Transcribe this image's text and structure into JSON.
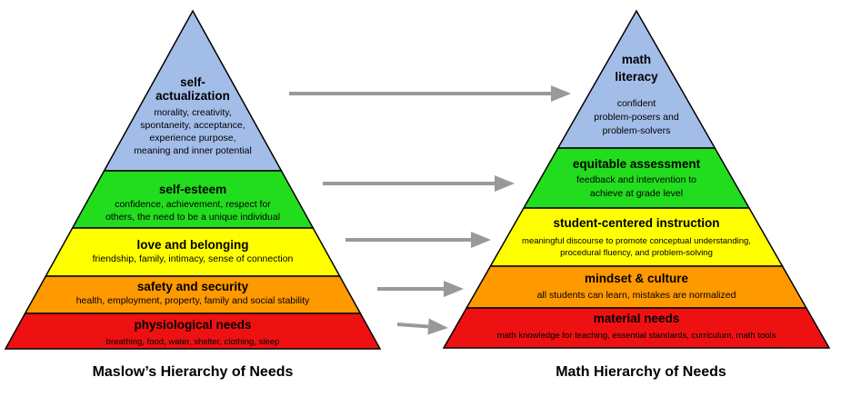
{
  "left_pyramid": {
    "caption": "Maslow’s Hierarchy of Needs",
    "levels": [
      {
        "title_lines": [
          "self-",
          "actualization"
        ],
        "desc_lines": [
          "morality, creativity,",
          "spontaneity, acceptance,",
          "experience purpose,",
          "meaning and inner potential"
        ],
        "color": "#a3bde9"
      },
      {
        "title_lines": [
          "self-esteem"
        ],
        "desc_lines": [
          "confidence, achievement, respect for",
          "others, the need to be a unique individual"
        ],
        "color": "#22dd1e"
      },
      {
        "title_lines": [
          "love and belonging"
        ],
        "desc_lines": [
          "friendship, family, intimacy, sense of connection"
        ],
        "color": "#ffff00"
      },
      {
        "title_lines": [
          "safety and security"
        ],
        "desc_lines": [
          "health, employment, property, family and social stability"
        ],
        "color": "#ff9900"
      },
      {
        "title_lines": [
          "physiological needs"
        ],
        "desc_lines": [
          "breathing, food, water, shelter, clothing, sleep"
        ],
        "color": "#ee1111"
      }
    ]
  },
  "right_pyramid": {
    "caption": "Math Hierarchy of Needs",
    "levels": [
      {
        "title_lines": [
          "math",
          "literacy"
        ],
        "desc_lines": [
          "confident",
          "problem-posers and",
          "problem-solvers"
        ],
        "color": "#a3bde9"
      },
      {
        "title_lines": [
          "equitable assessment"
        ],
        "desc_lines": [
          "feedback and intervention to",
          "achieve at grade level"
        ],
        "color": "#22dd1e"
      },
      {
        "title_lines": [
          "student-centered instruction"
        ],
        "desc_lines": [
          "meaningful discourse to promote conceptual understanding,",
          "procedural fluency, and problem-solving"
        ],
        "color": "#ffff00"
      },
      {
        "title_lines": [
          "mindset & culture"
        ],
        "desc_lines": [
          "all students can learn, mistakes are normalized"
        ],
        "color": "#ff9900"
      },
      {
        "title_lines": [
          "material needs"
        ],
        "desc_lines": [
          "math knowledge for teaching, essential standards, curriculum, math tools"
        ],
        "color": "#ee1111"
      }
    ]
  },
  "colors": {
    "arrow": "#999999",
    "outline": "#000000"
  }
}
